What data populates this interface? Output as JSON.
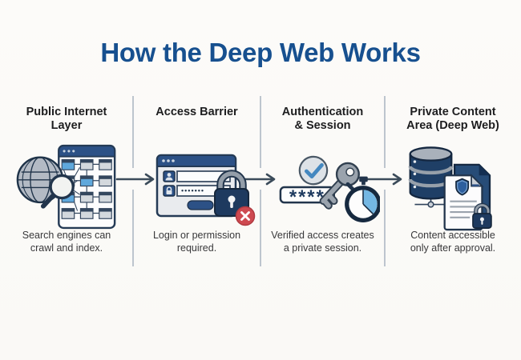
{
  "title": "How the Deep Web Works",
  "columns": [
    {
      "id": "public-internet-layer",
      "heading_lines": [
        "Public Internet",
        "Layer"
      ],
      "caption_lines": [
        "Search engines can",
        "crawl and index."
      ],
      "icon": "globe-search-sitemap-icon"
    },
    {
      "id": "access-barrier",
      "heading_lines": [
        "Access Barrier"
      ],
      "caption_lines": [
        "Login or permission",
        "required."
      ],
      "icon": "login-form-lock-icon",
      "icon_text": "•••••••"
    },
    {
      "id": "authentication-session",
      "heading_lines": [
        "Authentication",
        "& Session"
      ],
      "caption_lines": [
        "Verified access creates",
        "a private session."
      ],
      "icon": "check-password-key-timer-icon",
      "icon_text": "****"
    },
    {
      "id": "private-content-area",
      "heading_lines": [
        "Private Content",
        "Area (Deep Web)"
      ],
      "caption_lines": [
        "Content accessible",
        "only after approval."
      ],
      "icon": "database-document-lock-icon"
    }
  ],
  "arrows": {
    "count": 3,
    "direction": "right"
  },
  "colors": {
    "background": "#fbfaf8",
    "title_blue": "#17508f",
    "heading_text": "#1d1d1f",
    "caption_text": "#38383a",
    "divider_gray": "#bdc5ce",
    "arrow_slate": "#3b4b5a",
    "ui_navy": "#2c5186",
    "dark_navy": "#1e3a5f",
    "outline_navy": "#22354c",
    "accent_blue": "#5fa8dc",
    "wedge_blue": "#74b7e3",
    "steel_gray": "#9aa3ad",
    "card_gray": "#d3d8dd",
    "error_red": "#ce4950"
  }
}
